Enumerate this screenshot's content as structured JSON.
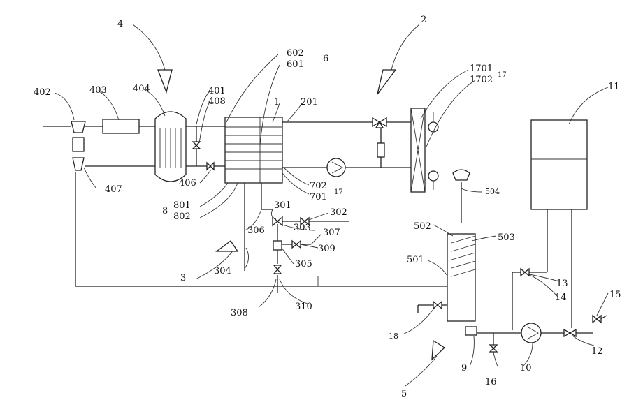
{
  "labels": {
    "l1": "1",
    "l2": "2",
    "l3": "3",
    "l4": "4",
    "l5": "5",
    "l6": "6",
    "l8": "8",
    "l9": "9",
    "l10": "10",
    "l11": "11",
    "l12": "12",
    "l13": "13",
    "l14": "14",
    "l15": "15",
    "l16": "16",
    "l17a": "17",
    "l17b": "17",
    "l18": "18",
    "l201": "201",
    "l301": "301",
    "l302": "302",
    "l303": "303",
    "l304": "304",
    "l305": "305",
    "l306": "306",
    "l307": "307",
    "l308": "308",
    "l309": "309",
    "l310": "310",
    "l401": "401",
    "l402": "402",
    "l403": "403",
    "l404": "404",
    "l406": "406",
    "l407": "407",
    "l408": "408",
    "l501": "501",
    "l502": "502",
    "l503": "503",
    "l504": "504",
    "l601": "601",
    "l602": "602",
    "l701": "701",
    "l702": "702",
    "l801": "801",
    "l802": "802",
    "l1701": "1701",
    "l1702": "1702"
  }
}
